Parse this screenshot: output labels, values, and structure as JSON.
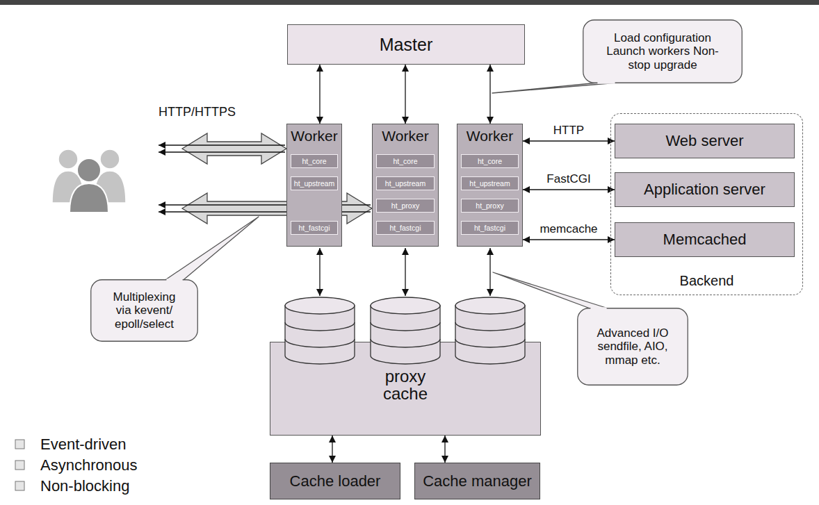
{
  "diagram": {
    "nodes": [
      {
        "text": [
          "Master"
        ]
      },
      {
        "text": [
          "Load configuration Launch workers Non-stop upgrade"
        ]
      },
      {
        "text": [
          "Worker"
        ]
      },
      {
        "text": [
          "ht_core"
        ],
        "in": 2
      },
      {
        "text": [
          "ht_upstream"
        ],
        "in": 2
      },
      {
        "text": [
          "ht_fastcgi"
        ],
        "in": 2
      },
      {
        "text": [
          "Worker"
        ]
      },
      {
        "text": [
          "ht_core"
        ],
        "in": 6
      },
      {
        "text": [
          "ht_upstream"
        ],
        "in": 6
      },
      {
        "text": [
          "ht_proxy"
        ],
        "in": 6
      },
      {
        "text": [
          "ht_fastcgi"
        ],
        "in": 6
      },
      {
        "text": [
          "Worker"
        ]
      },
      {
        "text": [
          "ht_core"
        ],
        "in": 11
      },
      {
        "text": [
          "ht_upstream"
        ],
        "in": 11
      },
      {
        "text": [
          "ht_proxy"
        ],
        "in": 11
      },
      {
        "text": [
          "ht_fastcgi"
        ],
        "in": 11
      },
      {
        "text": [
          "Backend"
        ]
      },
      {
        "text": [
          "Web server"
        ],
        "in": 16
      },
      {
        "text": [
          "Application server"
        ],
        "in": 16
      },
      {
        "text": [
          "Memcached"
        ],
        "in": 16
      },
      {
        "text": [
          "Multiplexing via kevent/ epoll/select"
        ]
      },
      {
        "text": [
          "proxy cache"
        ]
      },
      {
        "text": [
          "Advanced I/O sendfile, AIO, mmap etc."
        ]
      },
      {
        "text": [
          "Cache loader"
        ]
      },
      {
        "text": [
          "Cache manager"
        ]
      }
    ],
    "edges": [
      {
        "from": 0,
        "to": 2,
        "arrow": "both"
      },
      {
        "from": 0,
        "to": 6,
        "arrow": "both"
      },
      {
        "from": 0,
        "to": 11,
        "arrow": "both"
      },
      {
        "from": 11,
        "to": 17,
        "label": "HTTP",
        "arrow": "both"
      },
      {
        "from": 11,
        "to": 18,
        "label": "FastCGI",
        "arrow": "both"
      },
      {
        "from": 11,
        "to": 19,
        "label": "memcache",
        "arrow": "both"
      },
      {
        "from": 21,
        "to": 23,
        "arrow": "both"
      },
      {
        "from": 21,
        "to": 24,
        "arrow": "both"
      }
    ],
    "labels": [
      "HTTP/HTTPS",
      "Event-driven",
      "Asynchronous",
      "Non-blocking"
    ]
  }
}
